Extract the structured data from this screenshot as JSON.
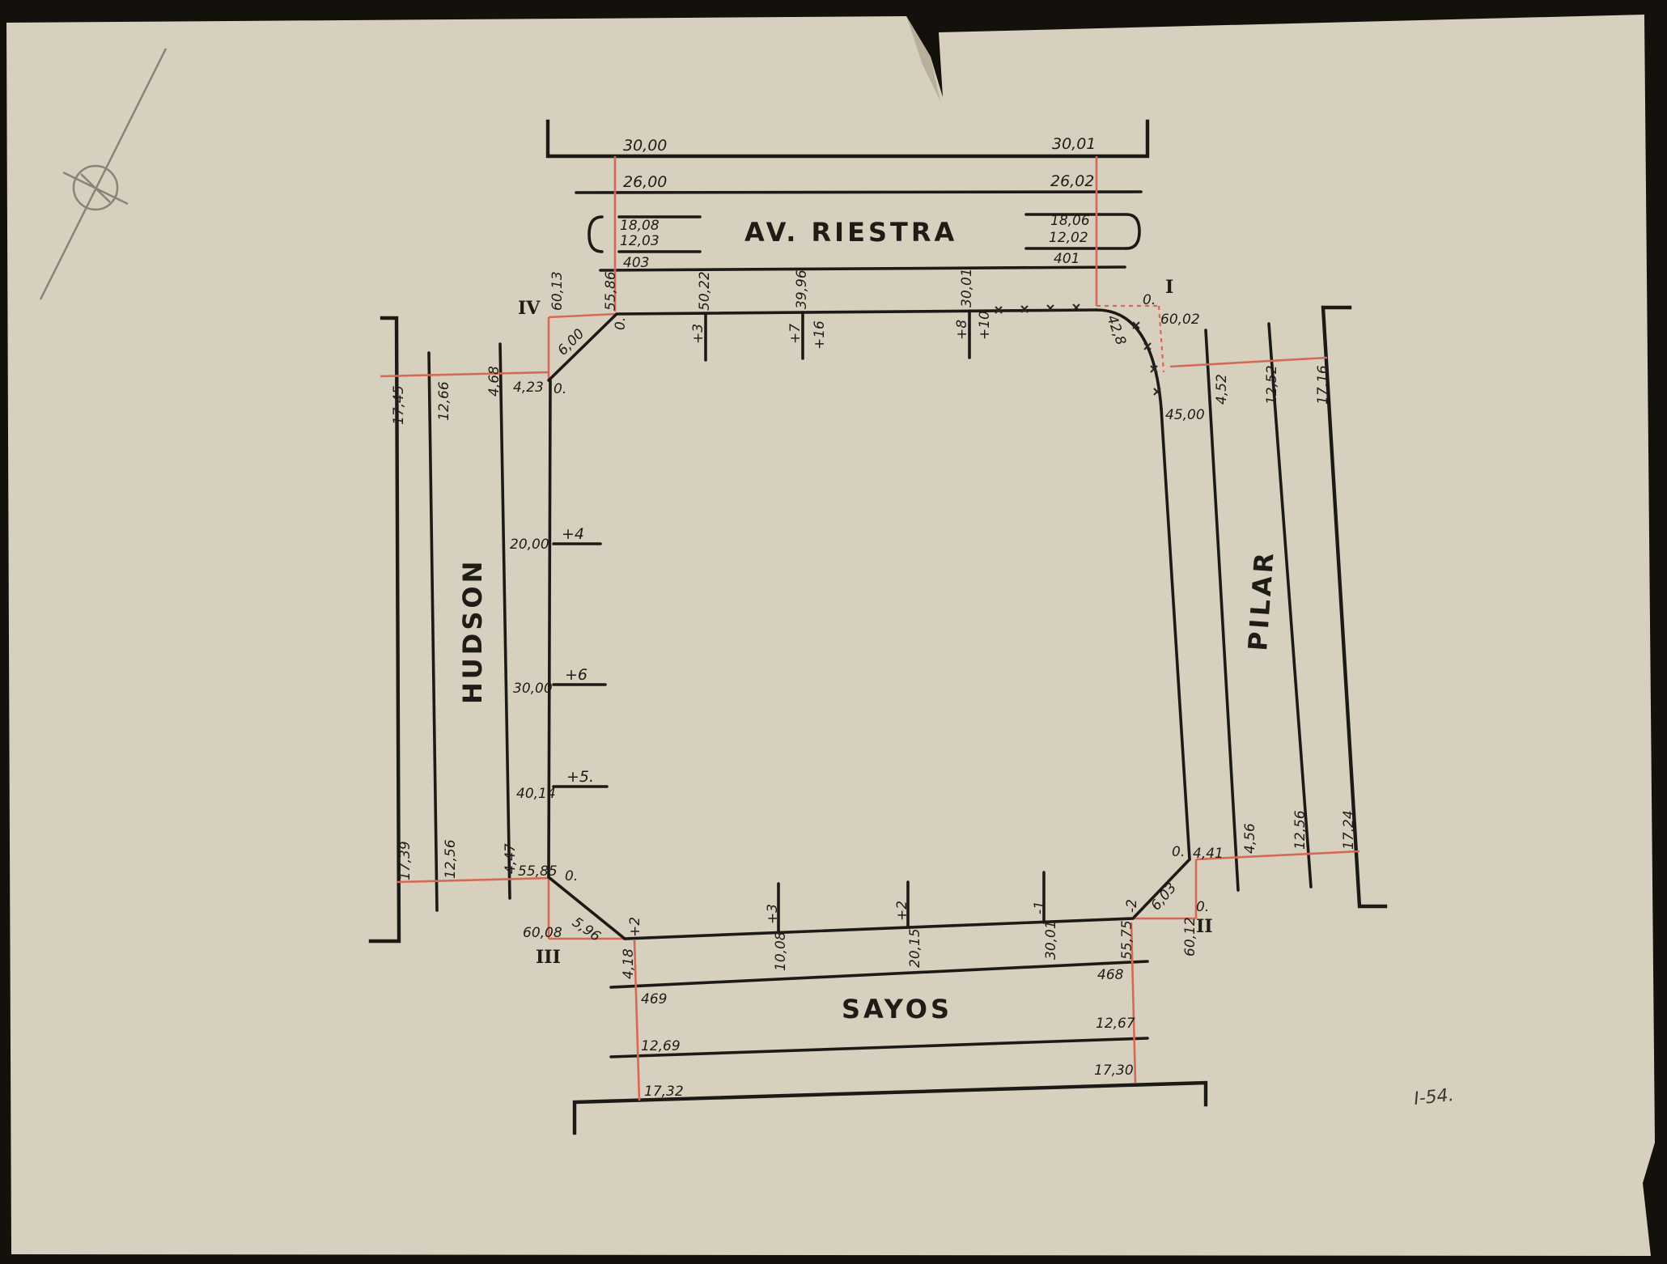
{
  "streets": {
    "top": "AV. RIESTRA",
    "bottom": "SAYOS",
    "left": "HUDSON",
    "right": "PILAR"
  },
  "corners": {
    "i": "I",
    "ii": "II",
    "iii": "III",
    "iv": "IV"
  },
  "top_street": {
    "left_values": [
      "30,00",
      "26,00",
      "18,08",
      "12,03",
      "403"
    ],
    "right_values": [
      "30,01",
      "26,02",
      "18,06",
      "12,02",
      "401"
    ]
  },
  "bottom_street": {
    "left_values": [
      "469",
      "12,69",
      "17,32"
    ],
    "right_values": [
      "468",
      "12,67",
      "17,30"
    ]
  },
  "left_street": {
    "top_values": [
      "17,45",
      "12,66",
      "4,68"
    ],
    "bottom_values": [
      "17,39",
      "12,56",
      "4,47"
    ]
  },
  "right_street": {
    "top_values": [
      "4,52",
      "12,52",
      "17,16"
    ],
    "bottom_values": [
      "4,56",
      "12,56",
      "17,24"
    ]
  },
  "top_side": {
    "corner_labels": [
      "60,13",
      "55,86",
      "0."
    ],
    "chainages": [
      "50,22",
      "39,96",
      "30,01"
    ],
    "offsets": [
      "+3",
      "+7",
      "+16",
      "+8",
      "+10"
    ],
    "right_corner": [
      "0.",
      "60,02",
      "42,8",
      "45,00"
    ]
  },
  "left_side": {
    "labels": [
      "6,00",
      "4,23",
      "0.",
      "20,00",
      "+4",
      "30,00",
      "+6",
      "40,14",
      "+5.",
      "55,85",
      "0.",
      "5,96",
      "60,08"
    ]
  },
  "bottom_side": {
    "labels": [
      "+2",
      "4,18",
      "10,08",
      "+3",
      "20,15",
      "+2",
      "30,01",
      "-1",
      "55,75",
      "-2",
      "6,03",
      "60,12",
      "0.",
      "0.",
      "4,41"
    ]
  },
  "reference": "I-54."
}
